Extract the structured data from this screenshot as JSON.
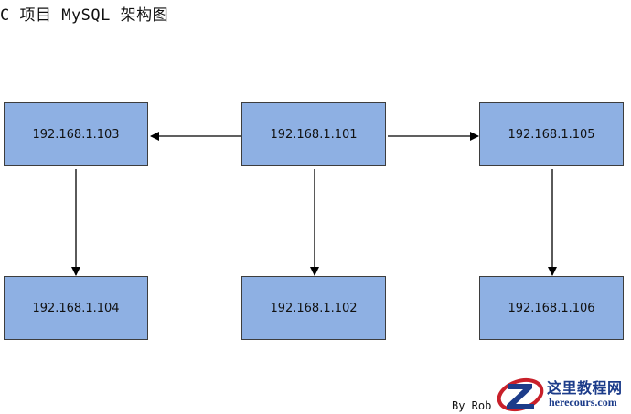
{
  "title": "C 项目 MySQL 架构图",
  "nodes": {
    "n101": "192.168.1.101",
    "n102": "192.168.1.102",
    "n103": "192.168.1.103",
    "n104": "192.168.1.104",
    "n105": "192.168.1.105",
    "n106": "192.168.1.106"
  },
  "edges": [
    {
      "from": "192.168.1.101",
      "to": "192.168.1.103"
    },
    {
      "from": "192.168.1.101",
      "to": "192.168.1.105"
    },
    {
      "from": "192.168.1.101",
      "to": "192.168.1.102"
    },
    {
      "from": "192.168.1.103",
      "to": "192.168.1.104"
    },
    {
      "from": "192.168.1.105",
      "to": "192.168.1.106"
    }
  ],
  "byline": "By Rob",
  "watermark": {
    "cn": "这里教程网",
    "en": "herecours.com",
    "icon": "z-logo-icon"
  },
  "colors": {
    "node_fill": "#8eb0e3",
    "node_border": "#3d3d3d",
    "arrow": "#000000",
    "watermark_text": "#1c3c8a",
    "watermark_ring": "#c8202a"
  }
}
